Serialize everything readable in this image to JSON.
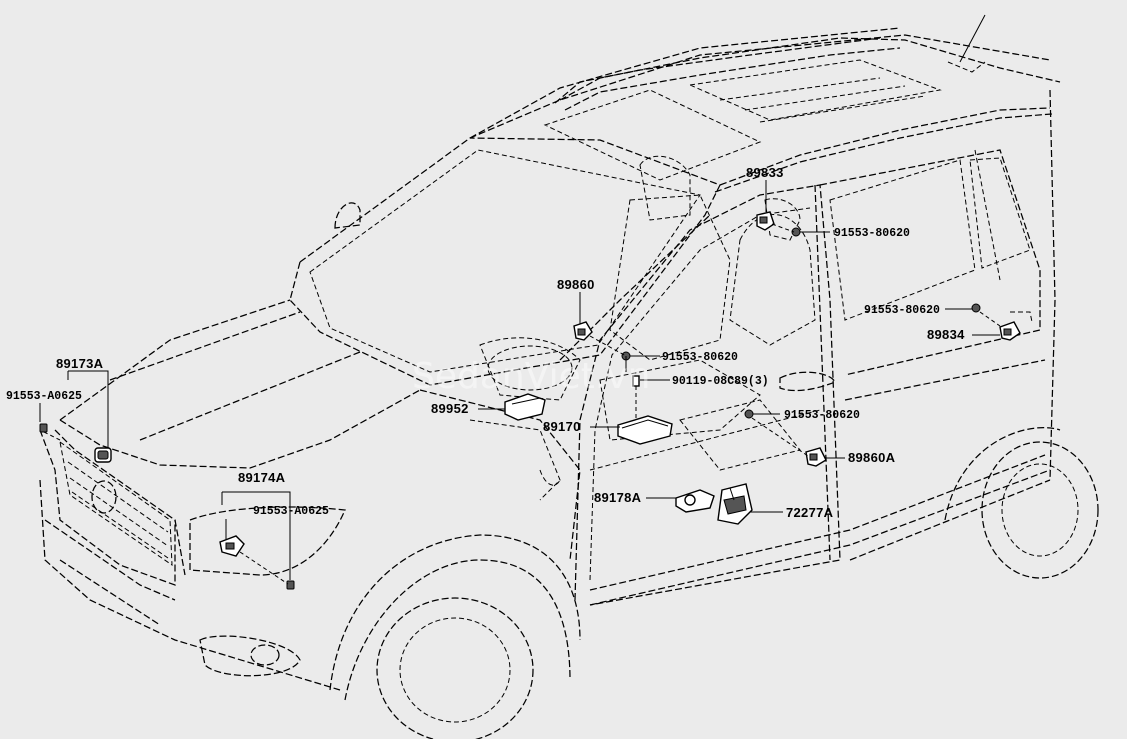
{
  "labels": {
    "p89173A": "89173A",
    "p91553_A0625_a": "91553-A0625",
    "p89174A": "89174A",
    "p91553_A0625_b": "91553-A0625",
    "p89952": "89952",
    "p89860": "89860",
    "p91553_80620_a": "91553-80620",
    "p90119": "90119-08C89(3)",
    "p89170": "89170",
    "p89833": "89833",
    "p91553_80620_b": "91553-80620",
    "p91553_80620_c": "91553-80620",
    "p89834": "89834",
    "p91553_80620_d": "91553-80620",
    "p89860A": "89860A",
    "p89178A": "89178A",
    "p72277A": "72277A"
  },
  "watermark": "SedanViet.vn"
}
